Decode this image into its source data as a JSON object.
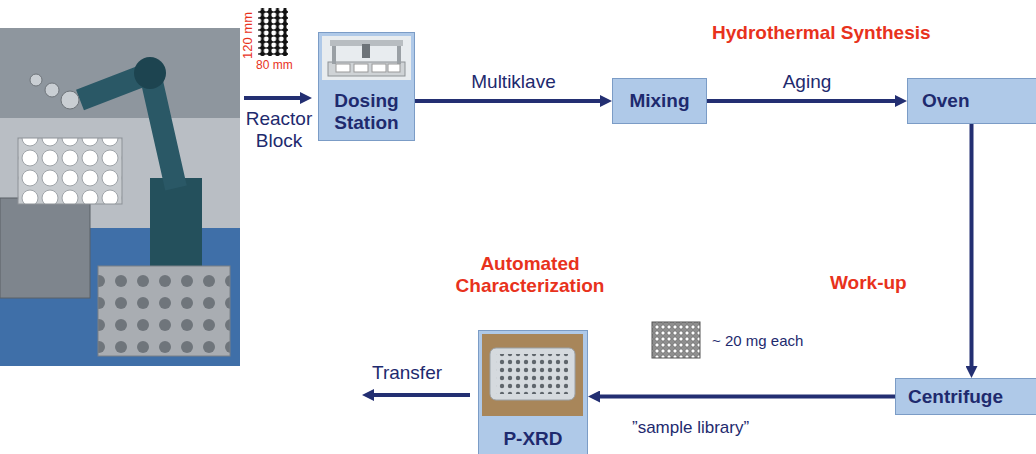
{
  "diagram": {
    "nodes": [
      {
        "text": [
          "Dosing Station"
        ]
      },
      {
        "text": [
          "Mixing"
        ]
      },
      {
        "text": [
          "Oven"
        ]
      },
      {
        "text": [
          "Centrifuge"
        ]
      },
      {
        "text": [
          "P-XRD"
        ]
      }
    ],
    "edges": [
      {
        "from": 0,
        "to": 1,
        "arrow": "to",
        "label": "Multiklave"
      },
      {
        "from": 1,
        "to": 2,
        "arrow": "to",
        "label": "Aging"
      },
      {
        "from": 2,
        "to": 3,
        "arrow": "to"
      },
      {
        "from": 3,
        "to": 4,
        "arrow": "to"
      }
    ],
    "labels": [
      "120 mm",
      "80 mm",
      "Reactor Block",
      "Hydrothermal Synthesis",
      "Work-up",
      "Automated Characterization",
      "~ 20 mg each",
      "”sample library”",
      "Transfer"
    ]
  }
}
